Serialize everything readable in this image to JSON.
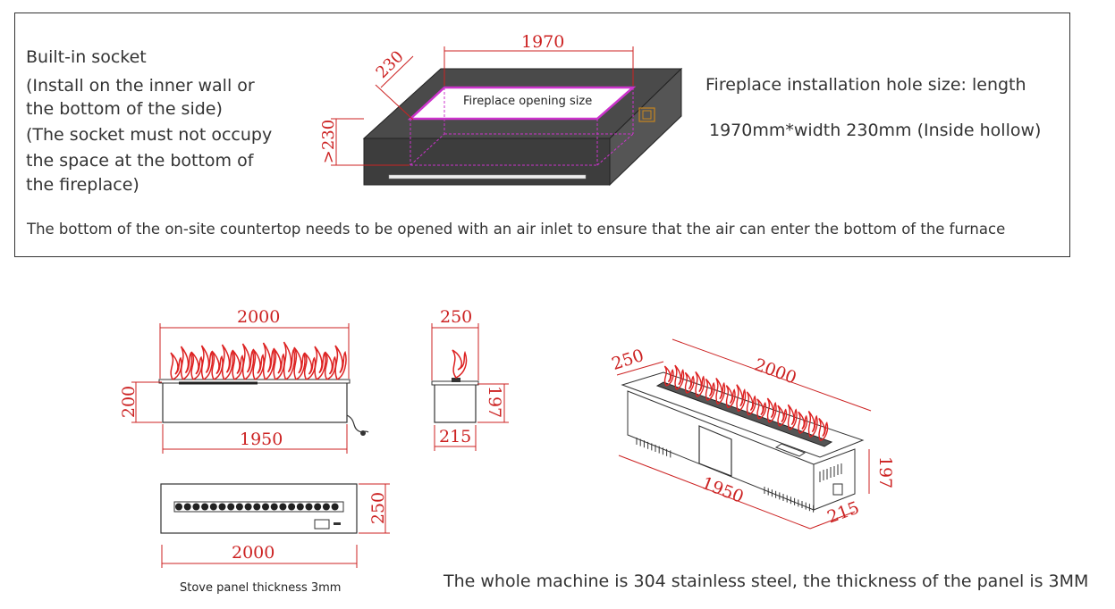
{
  "top_panel": {
    "socket_title": "Built-in socket",
    "socket_note_1": "(Install on the inner wall or",
    "socket_note_2": "the bottom of the side)",
    "socket_note_3": "(The socket must not occupy",
    "socket_note_4": "the space at the bottom of",
    "socket_note_5": "the fireplace)",
    "opening_label": "Fireplace opening size",
    "dim_length": "1970",
    "dim_width": "230",
    "dim_depth": ">230",
    "hole_size_1": "Fireplace installation hole size: length",
    "hole_size_2": "1970mm*width 230mm (Inside hollow)",
    "air_inlet_note": "The bottom of the on-site countertop needs to be opened with an air inlet to ensure that the air can enter the bottom of the furnace"
  },
  "front_view": {
    "width_top": "2000",
    "height": "200",
    "width_bottom": "1950"
  },
  "side_view": {
    "depth_top": "250",
    "height": "197",
    "depth_bottom": "215"
  },
  "top_view": {
    "height": "250",
    "width": "2000",
    "caption": "Stove panel thickness 3mm"
  },
  "iso_view": {
    "depth": "250",
    "length": "2000",
    "height": "197",
    "bottom_length": "1950",
    "bottom_depth": "215"
  },
  "material_note": "The whole machine is 304 stainless steel, the thickness of the panel is 3MM",
  "colors": {
    "dimension": "#cc2222",
    "opening_outline": "#cc33cc",
    "body": "#444444",
    "flame": "#dd2222"
  }
}
